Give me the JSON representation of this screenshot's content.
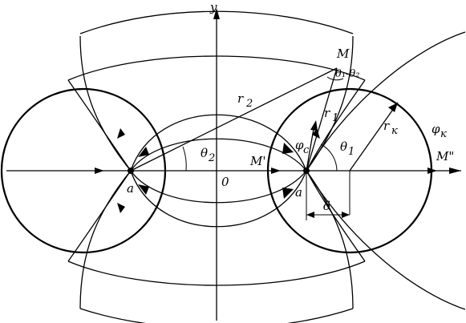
{
  "labels": {
    "y_axis": "y",
    "origin": "0",
    "point_M": "M",
    "point_M1": "M'",
    "point_M2": "M\"",
    "a_left": "a",
    "a_right": "a",
    "r1": "r",
    "r1_sub": "1",
    "r2": "r",
    "r2_sub": "2",
    "rk": "r",
    "rk_sub": "к",
    "theta1": "θ",
    "theta1_sub": "1",
    "theta2": "θ",
    "theta2_sub": "2",
    "theta_diff": "θ₁-θ₂",
    "phi_c": "φ",
    "phi_c_sub": "c",
    "phi_k": "φ",
    "phi_k_sub": "к",
    "delta": "δ"
  }
}
